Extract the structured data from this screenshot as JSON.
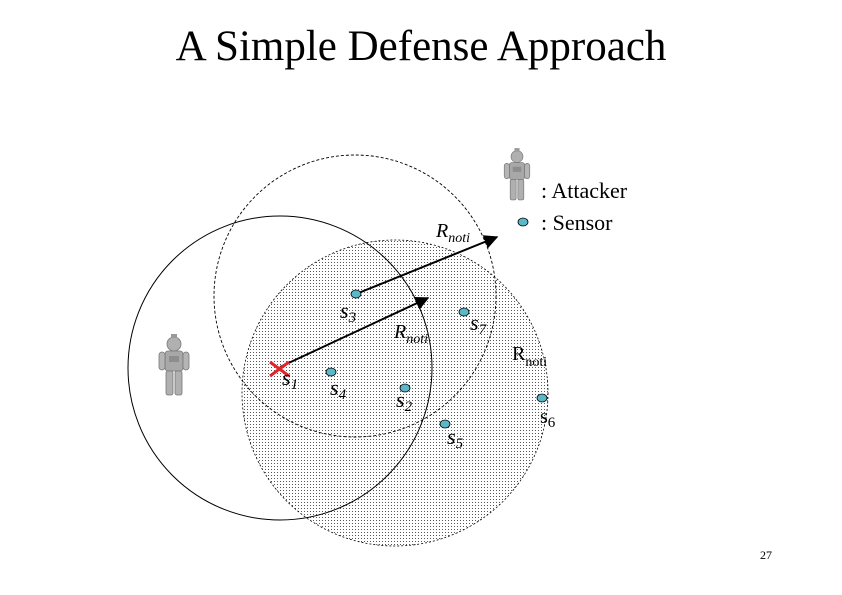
{
  "slide": {
    "title": "A Simple Defense Approach",
    "page_number": "27"
  },
  "legend": {
    "attacker_label": ": Attacker",
    "sensor_label": ": Sensor"
  },
  "labels": {
    "rnoti_base": "R",
    "rnoti_sub": "noti",
    "s1": "s",
    "s1_sub": "1",
    "s2": "s",
    "s2_sub": "2",
    "s3": "s",
    "s3_sub": "3",
    "s4": "s",
    "s4_sub": "4",
    "s5": "s",
    "s5_sub": "5",
    "s6": "s",
    "s6_sub": "6",
    "s7": "s",
    "s7_sub": "7"
  },
  "colors": {
    "sensor_fill": "#5bb8c8",
    "compromised_mark": "#e0262a",
    "robot": "#a8a8a8"
  },
  "icons": {
    "attacker": "robot-icon",
    "sensor": "sensor-dot-icon",
    "compromised": "cross-mark-icon"
  }
}
